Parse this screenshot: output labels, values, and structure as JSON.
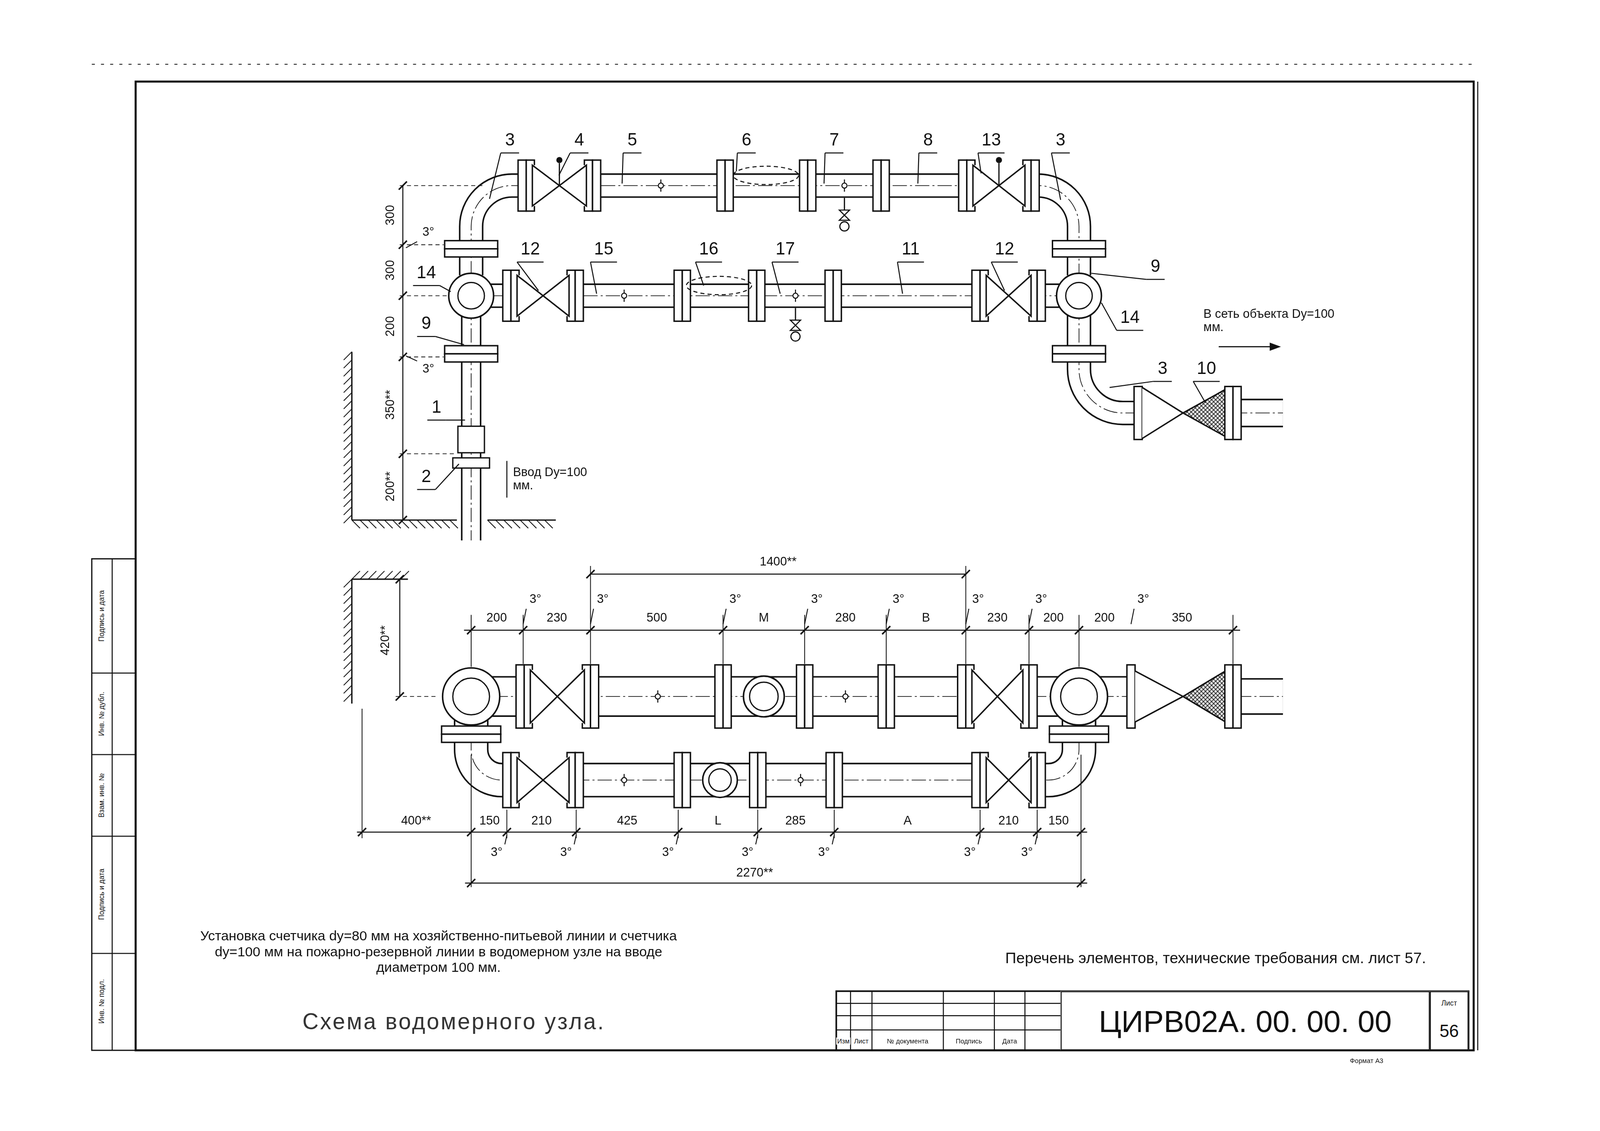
{
  "diagram": {
    "title": "Схема водомерного узла.",
    "caption": "Установка счетчика dу=80 мм на хозяйственно-питьевой линии и счетчика dу=100 мм на пожарно-резервной линии в водомерном узле на вводе диаметром 100 мм.",
    "nodes": [
      {
        "text": [
          "ЦИРВ02А. 00. 00. 00"
        ]
      },
      {
        "text": [
          "Лист",
          "56"
        ]
      }
    ],
    "labels": [
      "3",
      "4",
      "5",
      "6",
      "7",
      "8",
      "13",
      "3",
      "12",
      "15",
      "16",
      "17",
      "11",
      "12",
      "14",
      "9",
      "1",
      "2",
      "9",
      "14",
      "3",
      "10",
      "300",
      "300",
      "200",
      "350**",
      "200**",
      "3°",
      "3°",
      "Ввод Dу=100 мм.",
      "В сеть объекта Dу=100 мм.",
      "1400**",
      "420**",
      "200",
      "230",
      "500",
      "M",
      "280",
      "B",
      "230",
      "200",
      "200",
      "350",
      "3°",
      "3°",
      "3°",
      "3°",
      "3°",
      "3°",
      "3°",
      "3°",
      "400**",
      "150",
      "210",
      "425",
      "L",
      "285",
      "A",
      "210",
      "150",
      "3°",
      "3°",
      "3°",
      "3°",
      "3°",
      "3°",
      "3°",
      "2270**",
      "Перечень элементов, технические требования см. лист 57.",
      "Изм",
      "Лист",
      "№ документа",
      "Подпись",
      "Дата",
      "Формат А3",
      "Подпись и дата",
      "Инв. № дубл.",
      "Взам. инв. №",
      "Подпись и дата",
      "Инв. № подл."
    ]
  }
}
